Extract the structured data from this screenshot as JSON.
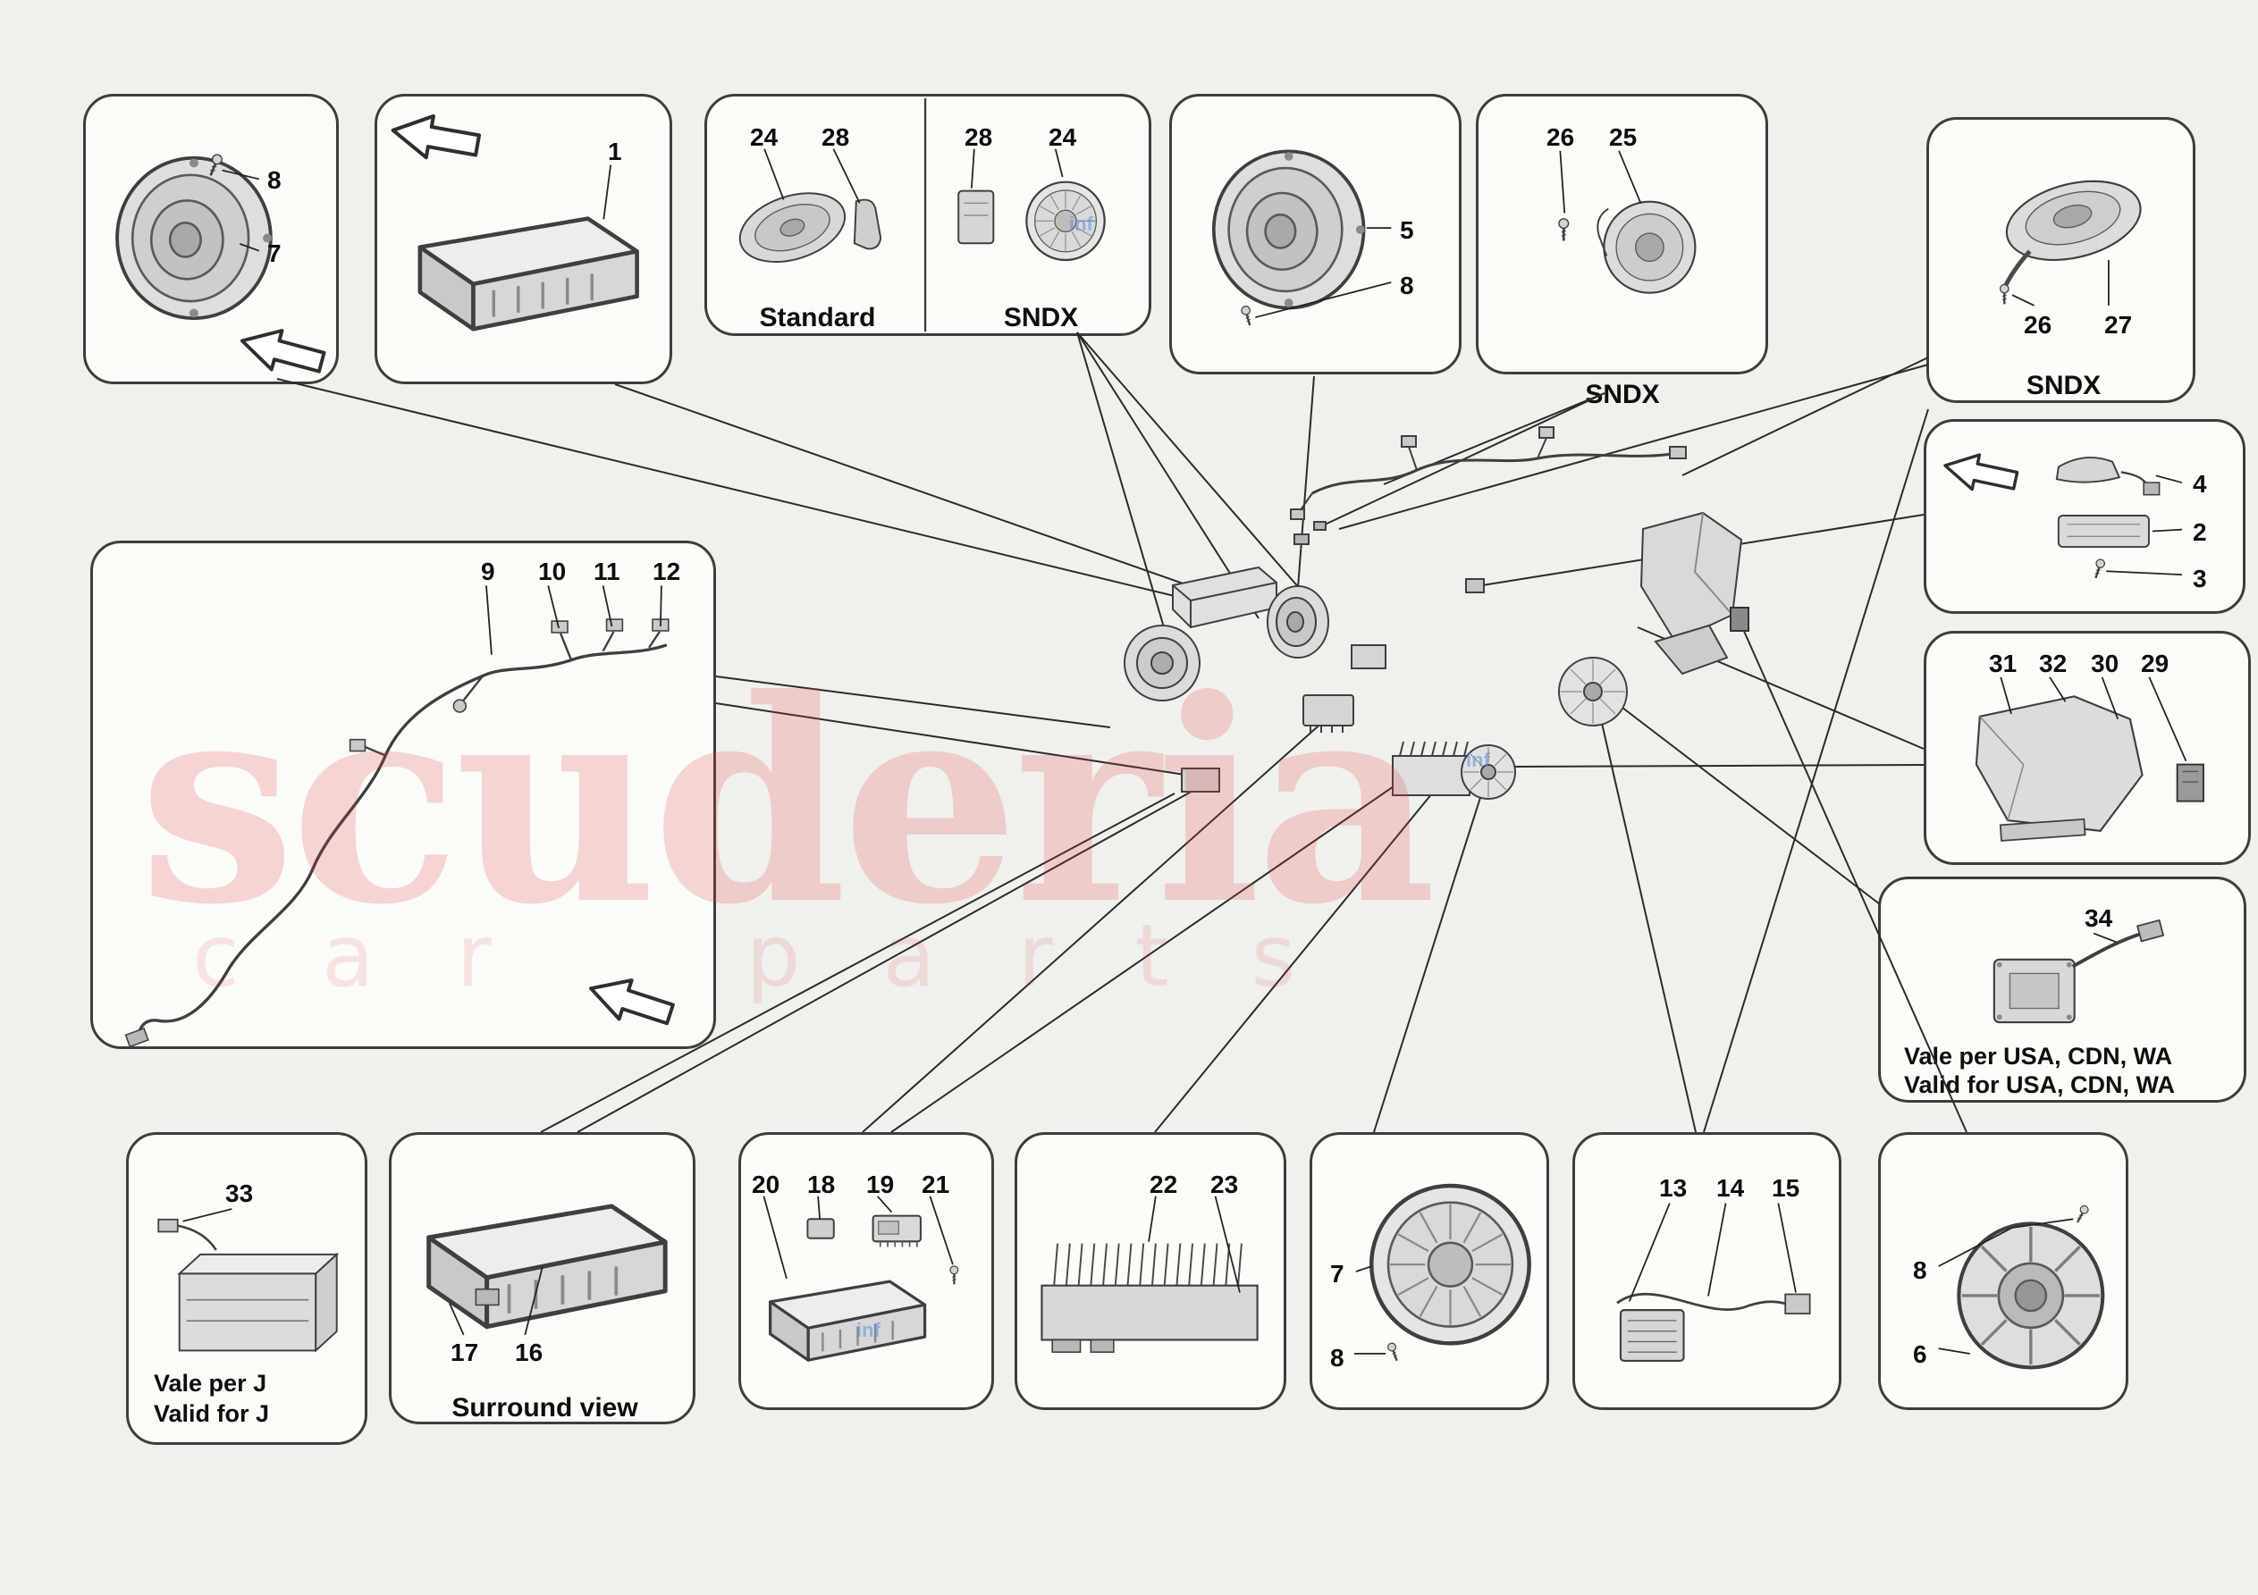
{
  "watermark": {
    "line1": "scuderia",
    "line2": "car parts",
    "color": "#e03c46",
    "info_text": "inf"
  },
  "panels": {
    "door_speaker": {
      "labels": {
        "n8": "8",
        "n7": "7"
      }
    },
    "head_unit": {
      "labels": {
        "n1": "1"
      }
    },
    "standard_sndx": {
      "labels": {
        "left_n24": "24",
        "left_n28": "28",
        "right_n28": "28",
        "right_n24": "24"
      },
      "captions": {
        "left": "Standard",
        "right": "SNDX"
      }
    },
    "mid_speaker": {
      "labels": {
        "n5": "5",
        "n8": "8"
      }
    },
    "tweeter_sndx": {
      "labels": {
        "n26": "26",
        "n25": "25"
      },
      "caption": "SNDX"
    },
    "tweeter_rear": {
      "labels": {
        "n26": "26",
        "n27": "27"
      },
      "caption": "SNDX"
    },
    "antenna": {
      "labels": {
        "n4": "4",
        "n2": "2",
        "n3": "3"
      }
    },
    "duct": {
      "labels": {
        "n31": "31",
        "n32": "32",
        "n30": "30",
        "n29": "29"
      }
    },
    "usa_module": {
      "labels": {
        "n34": "34"
      },
      "caption_line1": "Vale per USA, CDN, WA",
      "caption_line2": "Valid for USA, CDN, WA"
    },
    "harness": {
      "labels": {
        "n9": "9",
        "n10": "10",
        "n11": "11",
        "n12": "12"
      }
    },
    "cd_changer": {
      "labels": {
        "n33": "33"
      },
      "caption_line1": "Vale per J",
      "caption_line2": "Valid for J"
    },
    "surround": {
      "labels": {
        "n17": "17",
        "n16": "16"
      },
      "caption": "Surround view"
    },
    "control_modules": {
      "labels": {
        "n20": "20",
        "n18": "18",
        "n19": "19",
        "n21": "21"
      }
    },
    "amplifier": {
      "labels": {
        "n22": "22",
        "n23": "23"
      }
    },
    "speaker_front": {
      "labels": {
        "n7": "7",
        "n8": "8"
      }
    },
    "mic_cable": {
      "labels": {
        "n13": "13",
        "n14": "14",
        "n15": "15"
      }
    },
    "speaker_rear": {
      "labels": {
        "n8": "8",
        "n6": "6"
      }
    }
  }
}
